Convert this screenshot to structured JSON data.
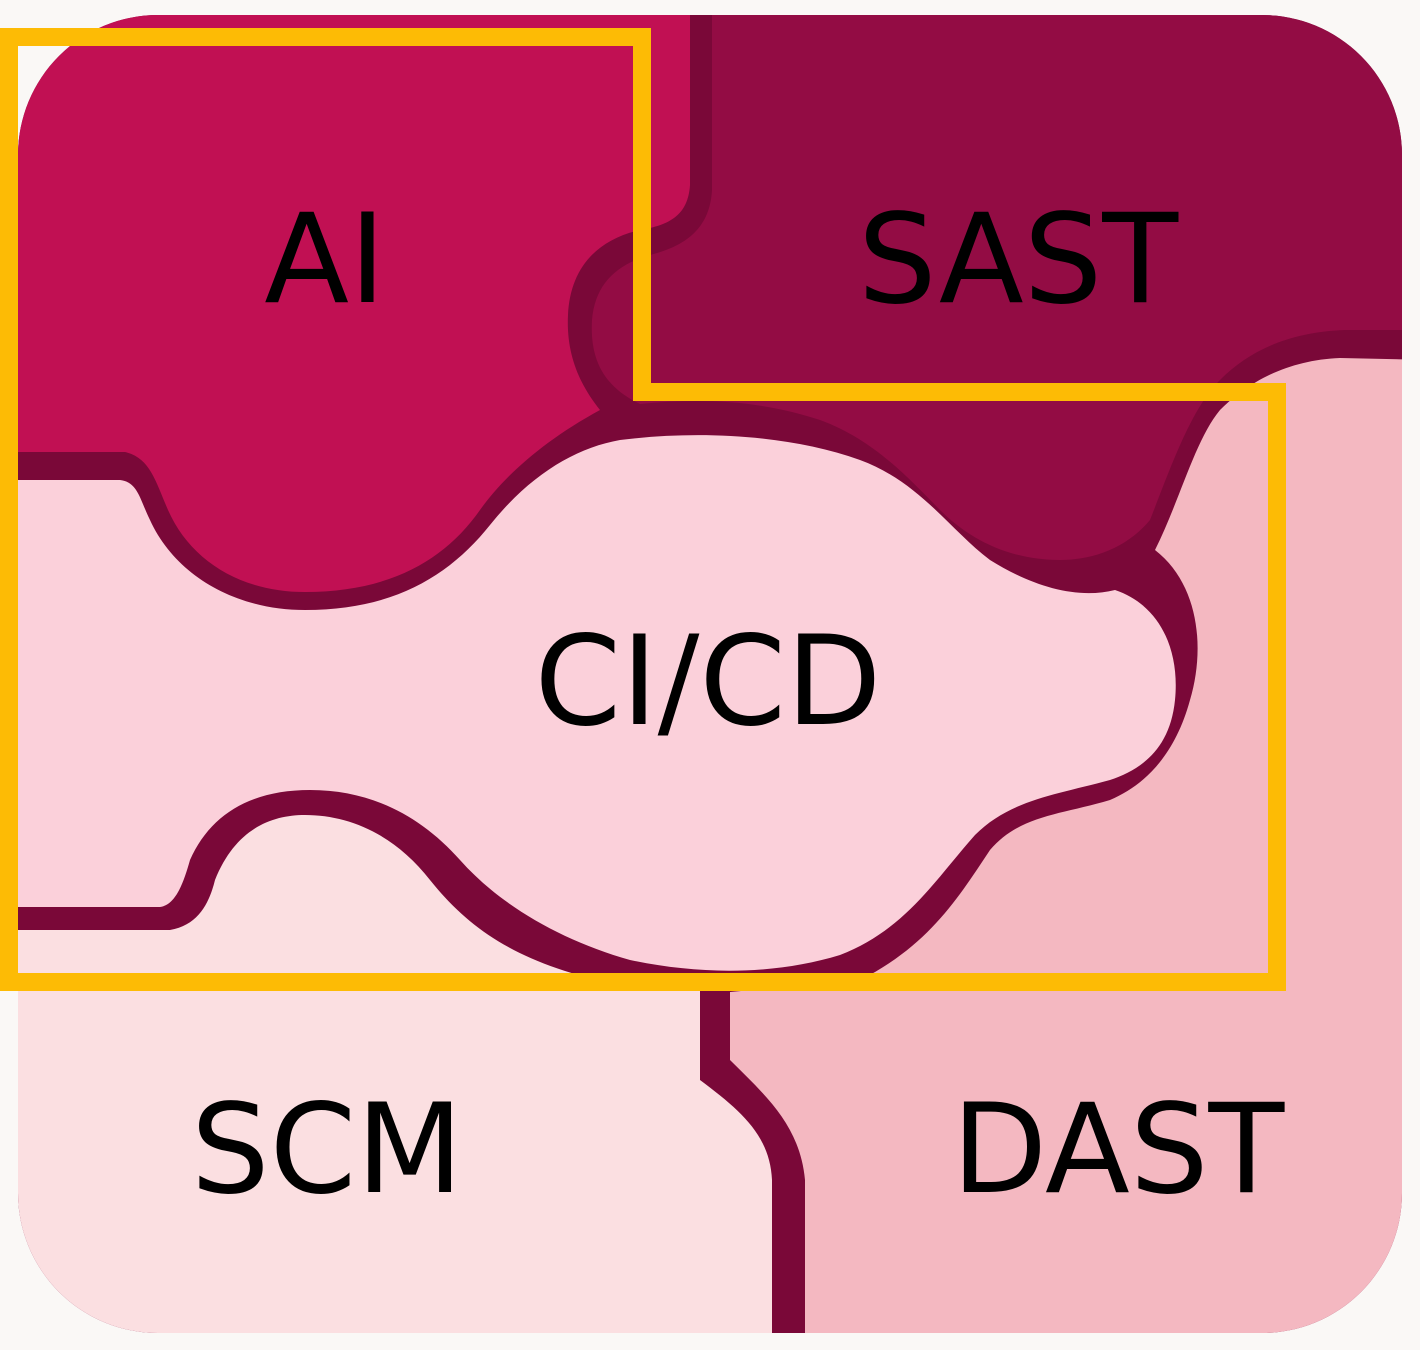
{
  "pieces": {
    "ai": {
      "label": "AI",
      "color": "#c11053"
    },
    "sast": {
      "label": "SAST",
      "color": "#930c44"
    },
    "cicd": {
      "label": "CI/CD",
      "color": "#fbd0da"
    },
    "scm": {
      "label": "SCM",
      "color": "#fbdfe1"
    },
    "dast": {
      "label": "DAST",
      "color": "#f4b8c1"
    }
  },
  "colors": {
    "outline": "#7a0838",
    "highlight": "#fdbb05",
    "background": "#faf8f6"
  }
}
